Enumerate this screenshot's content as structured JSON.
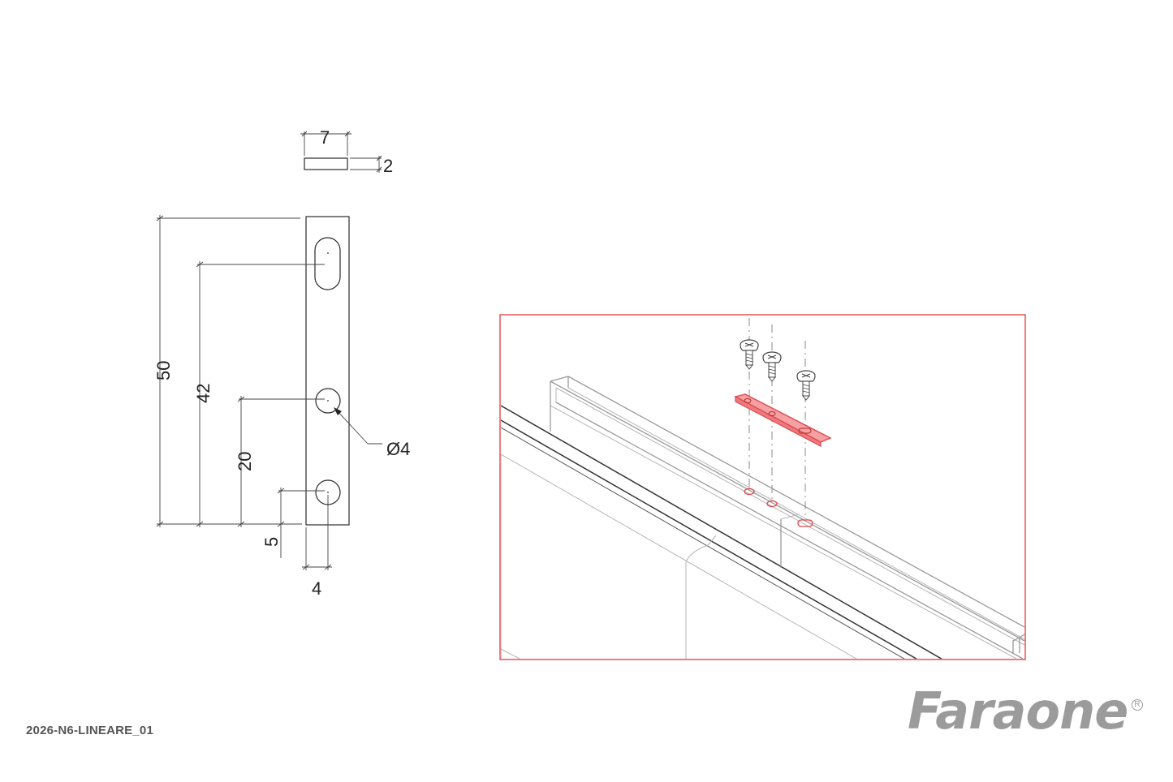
{
  "drawing_code": "2026-N6-LINEARE_01",
  "brand": {
    "name": "Faraone",
    "mark": "R"
  },
  "dimensions": {
    "width": "7",
    "thickness": "2",
    "length": "50",
    "slot_center": "42",
    "middle_hole": "20",
    "bottom_hole": "5",
    "hole_offset": "4",
    "hole_diameter": "Ø4"
  },
  "colors": {
    "highlight": "#e0474c",
    "highlight_fill": "#f5a0a3",
    "line": "#2b2b2b",
    "profile": "#9a9a9a",
    "brand": "#9b9b9b"
  },
  "icons": [
    "screw-icon"
  ]
}
